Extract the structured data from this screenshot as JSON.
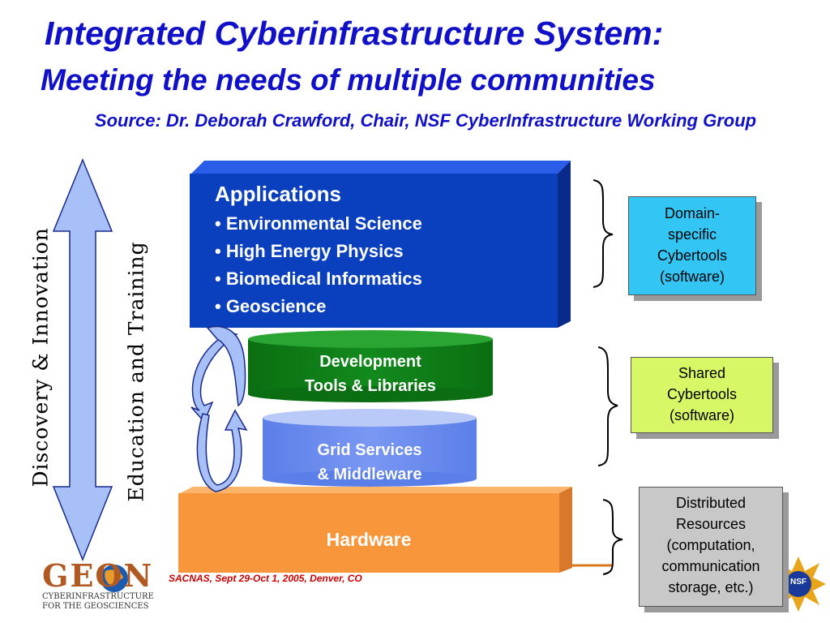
{
  "title_line1": "Integrated Cyberinfrastructure System:",
  "title_line2": "Meeting the needs of multiple communities",
  "source": "Source: Dr. Deborah Crawford, Chair, NSF CyberInfrastructure Working Group",
  "left_labels": {
    "discovery": "Discovery & Innovation",
    "education": "Education and Training"
  },
  "applications": {
    "heading": "Applications",
    "items": [
      "• Environmental Science",
      "• High Energy Physics",
      "• Biomedical Informatics",
      "• Geoscience"
    ]
  },
  "development": {
    "line1": "Development",
    "line2": "Tools & Libraries"
  },
  "grid": {
    "line1": "Grid Services",
    "line2": "& Middleware"
  },
  "hardware": "Hardware",
  "side_boxes": {
    "domain": {
      "lines": [
        "Domain-",
        "specific",
        "Cybertools",
        "(software)"
      ]
    },
    "shared": {
      "lines": [
        "Shared",
        "Cybertools",
        "(software)"
      ]
    },
    "distributed": {
      "lines": [
        "Distributed",
        "Resources",
        "(computation,",
        "communication",
        "storage, etc.)"
      ]
    }
  },
  "footer": "SACNAS, Sept 29-Oct 1, 2005, Denver, CO",
  "logos": {
    "geon_word": "GEON",
    "geon_sub1": "CYBERINFRASTRUCTURE",
    "geon_sub2": "FOR THE GEOSCIENCES",
    "nsf": "NSF"
  },
  "colors": {
    "title": "#1010c8",
    "applications": "#0a3fbd",
    "development": "#00660a",
    "grid": "#6c8cf0",
    "hardware": "#f7963a",
    "domain_box": "#33c6f5",
    "shared_box": "#d8f766",
    "distributed_box": "#c8c8c8",
    "arrow": "#a8c0f8"
  }
}
